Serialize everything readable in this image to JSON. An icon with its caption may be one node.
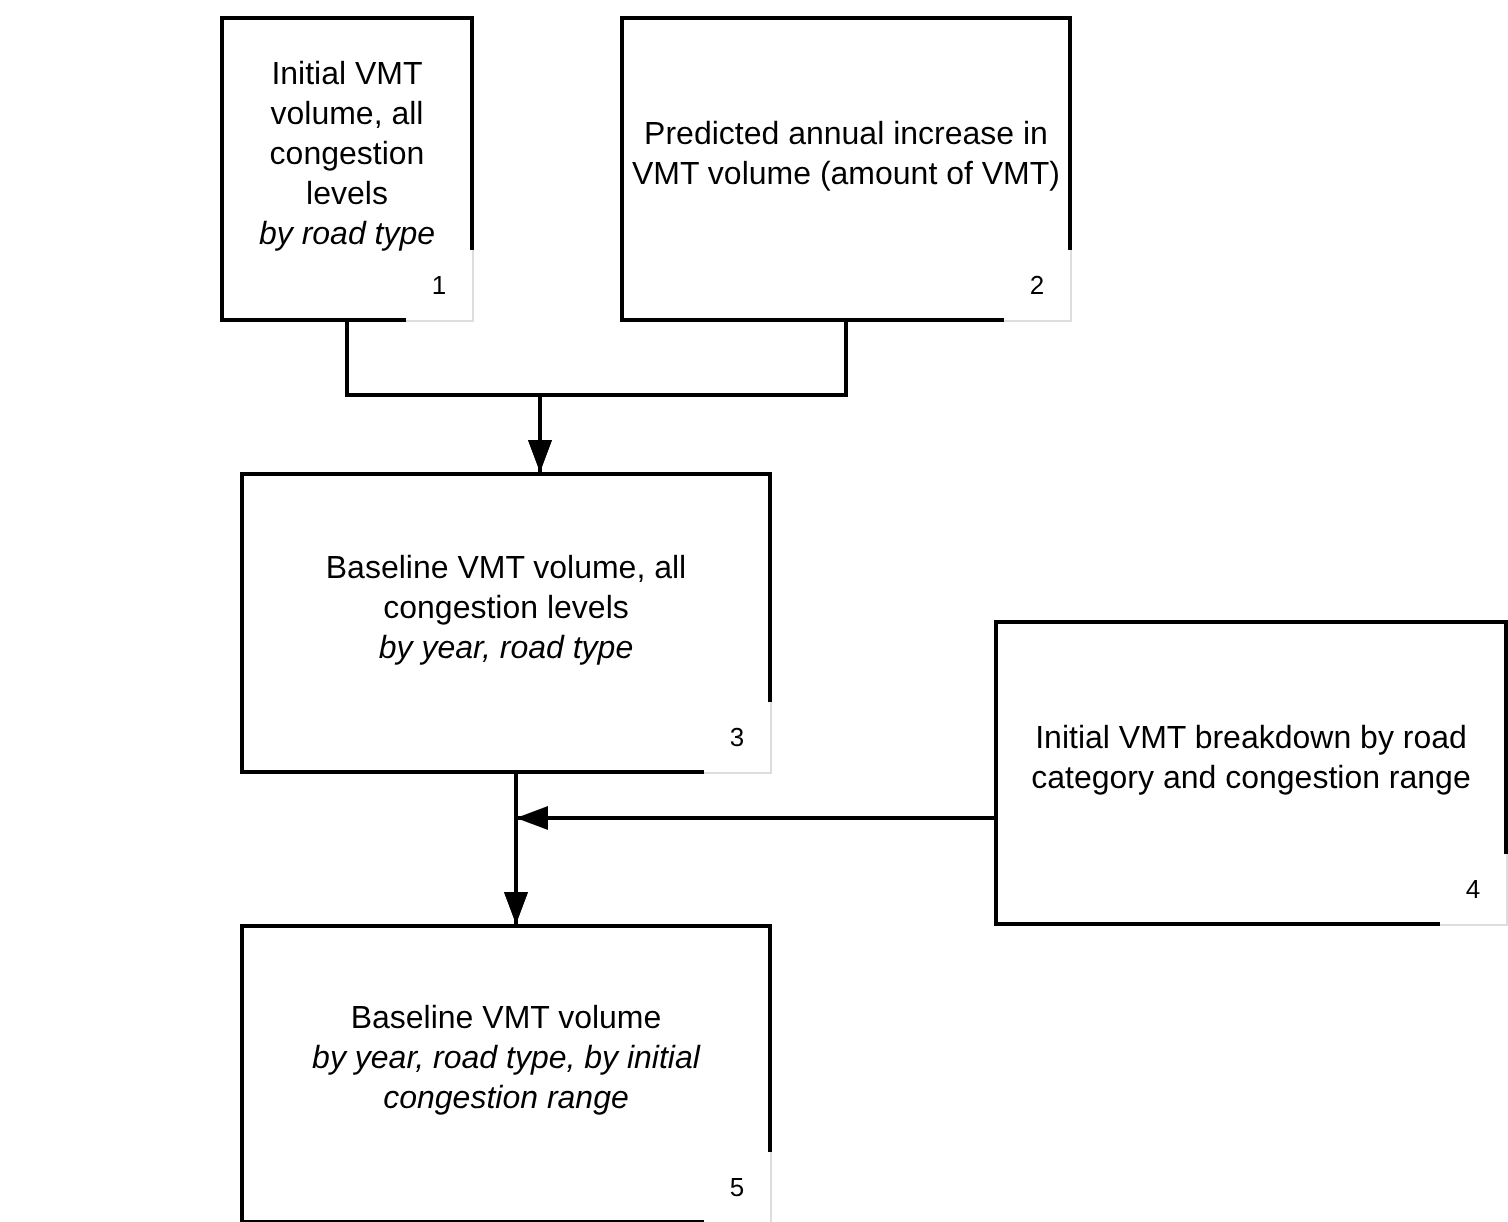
{
  "diagram": {
    "nodes": [
      {
        "text": [
          "Initial VMT volume, all congestion levels",
          "by road type",
          "1"
        ]
      },
      {
        "text": [
          "Predicted annual increase in VMT volume (amount of VMT)",
          "2"
        ]
      },
      {
        "text": [
          "Baseline VMT volume, all congestion levels",
          "by year, road type",
          "3"
        ]
      },
      {
        "text": [
          "Initial VMT breakdown by road category and congestion range",
          "4"
        ]
      },
      {
        "text": [
          "Baseline VMT volume",
          "by year, road type, by initial congestion range",
          "5"
        ]
      }
    ],
    "edges": [
      {
        "from": 0,
        "to": 2,
        "arrow": "to"
      },
      {
        "from": 1,
        "to": 2,
        "arrow": "to"
      },
      {
        "from": 2,
        "to": 4,
        "arrow": "to"
      },
      {
        "from": 3,
        "to": 4,
        "arrow": "to"
      }
    ]
  }
}
